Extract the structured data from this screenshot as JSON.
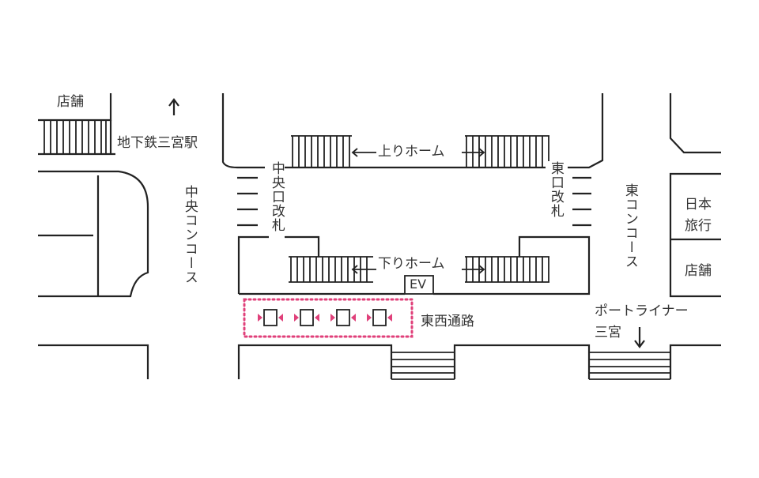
{
  "labels": {
    "store_top_left": "店舗",
    "subway_station": "地下鉄三宮駅",
    "central_concourse": "中央コンコース",
    "central_gate": "中央口改札",
    "up_platform": "上りホーム",
    "down_platform": "下りホーム",
    "elevator": "EV",
    "east_gate": "東口改札",
    "east_concourse": "東コンコース",
    "travel_agency": "日本旅行",
    "store_right": "店舗",
    "east_west_passage": "東西通路",
    "port_liner_line1": "ポートライナー",
    "port_liner_line2": "三宮"
  },
  "colors": {
    "line": "#222222",
    "highlight": "#e0407a"
  }
}
